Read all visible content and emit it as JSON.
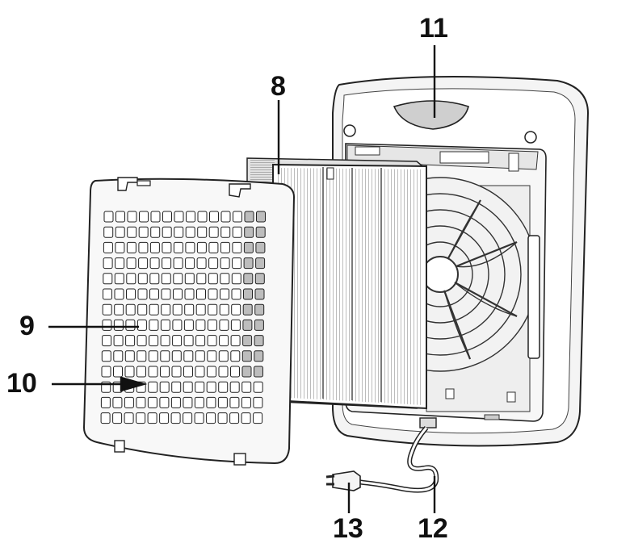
{
  "callouts": {
    "purifier_housing": "11",
    "filter": "8",
    "rear_panel": "9",
    "panel_grille": "10",
    "plug": "13",
    "power_cord": "12"
  },
  "colors": {
    "stroke": "#222222",
    "fill_light": "#f7f7f7",
    "fill_white": "#ffffff",
    "fill_grey": "#eaeaea",
    "fill_dark": "#bdbdbd"
  }
}
